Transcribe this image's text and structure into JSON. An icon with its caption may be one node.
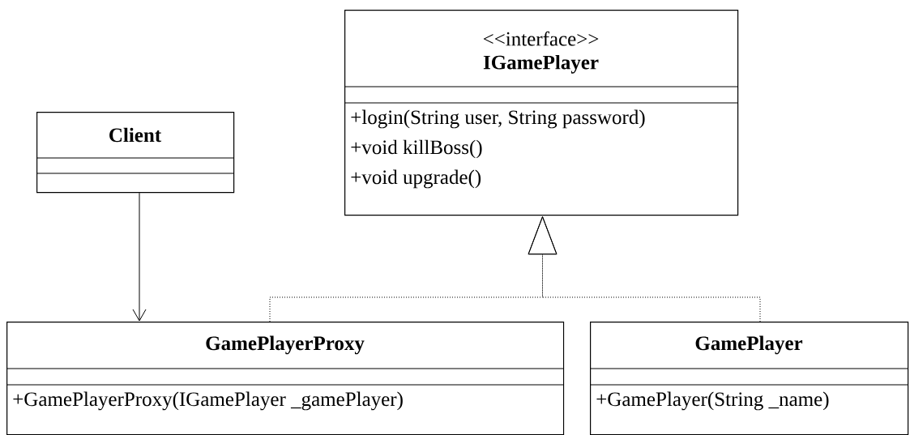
{
  "diagram": {
    "nodes": [
      {
        "text": [
          "<<interface>>",
          "IGamePlayer",
          "+login(String user, String password)",
          "+void killBoss()",
          "+void upgrade()"
        ]
      },
      {
        "text": [
          "Client"
        ]
      },
      {
        "text": [
          "GamePlayerProxy",
          "+GamePlayerProxy(IGamePlayer _gamePlayer)"
        ]
      },
      {
        "text": [
          "GamePlayer",
          "+GamePlayer(String _name)"
        ]
      }
    ],
    "edges": [
      {
        "from": 1,
        "to": 2,
        "arrow": "to"
      },
      {
        "from": 2,
        "to": 0,
        "arrow": "to",
        "style": "dashed"
      },
      {
        "from": 3,
        "to": 0,
        "arrow": "to",
        "style": "dashed"
      }
    ]
  }
}
